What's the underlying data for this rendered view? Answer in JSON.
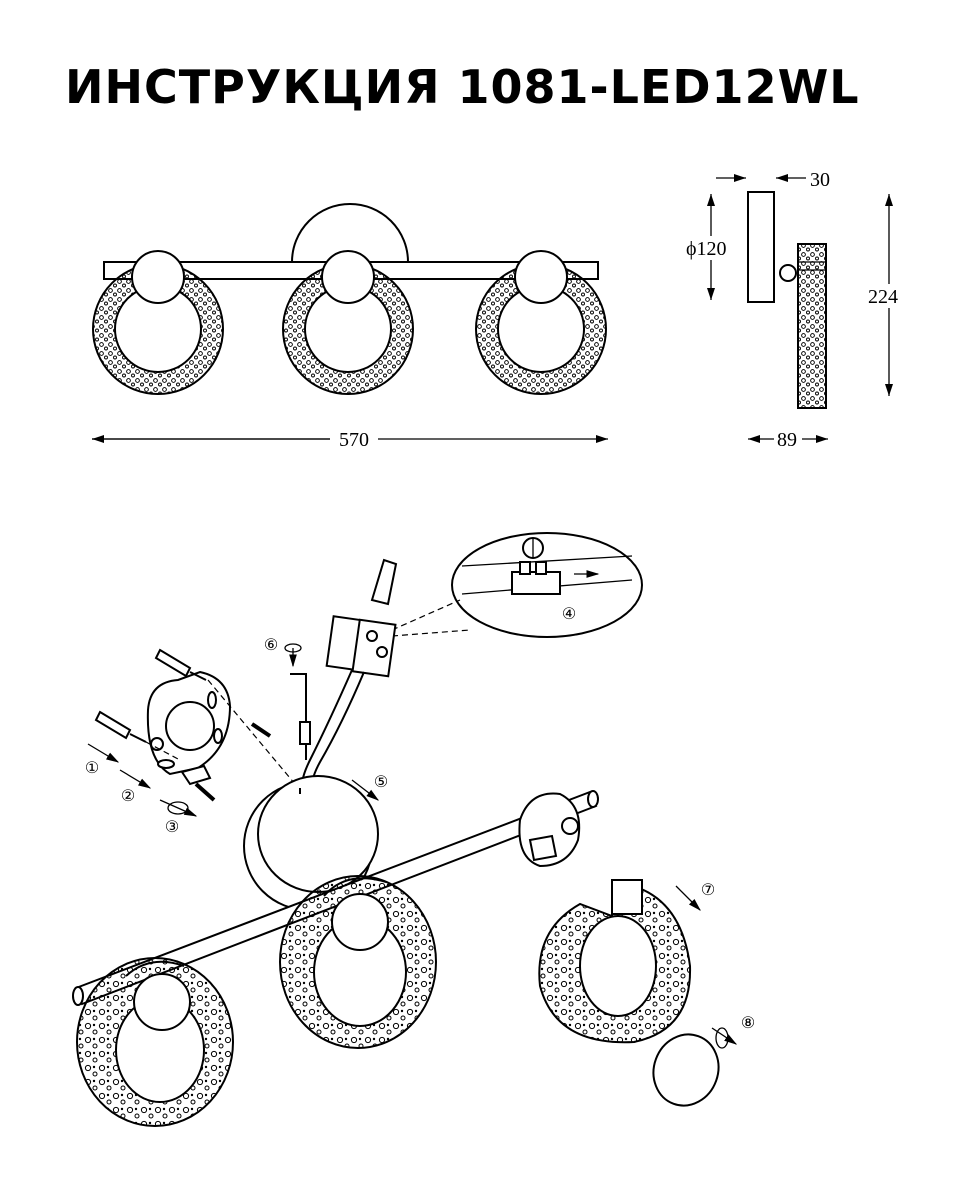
{
  "title": "ИНСТРУКЦИЯ 1081-LED12WL",
  "dimensions": {
    "width": "570",
    "diameter": "ϕ120",
    "depth": "30",
    "height": "224",
    "projection": "89"
  },
  "steps": [
    "①",
    "②",
    "③",
    "④",
    "⑤",
    "⑥",
    "⑦",
    "⑧"
  ]
}
